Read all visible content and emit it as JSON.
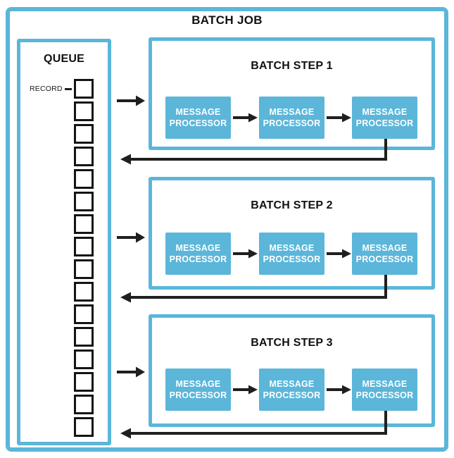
{
  "diagram": {
    "title": "BATCH JOB",
    "queue": {
      "title": "QUEUE",
      "record_label": "RECORD",
      "record_count": 16
    },
    "steps": [
      {
        "title": "BATCH STEP 1",
        "processors": [
          "MESSAGE PROCESSOR",
          "MESSAGE PROCESSOR",
          "MESSAGE PROCESSOR"
        ]
      },
      {
        "title": "BATCH STEP 2",
        "processors": [
          "MESSAGE PROCESSOR",
          "MESSAGE PROCESSOR",
          "MESSAGE PROCESSOR"
        ]
      },
      {
        "title": "BATCH STEP 3",
        "processors": [
          "MESSAGE PROCESSOR",
          "MESSAGE PROCESSOR",
          "MESSAGE PROCESSOR"
        ]
      }
    ],
    "colors": {
      "accent_blue": "#5bb6da",
      "line_black": "#1f1f1f",
      "background": "#ffffff",
      "processor_text": "#ffffff"
    }
  }
}
